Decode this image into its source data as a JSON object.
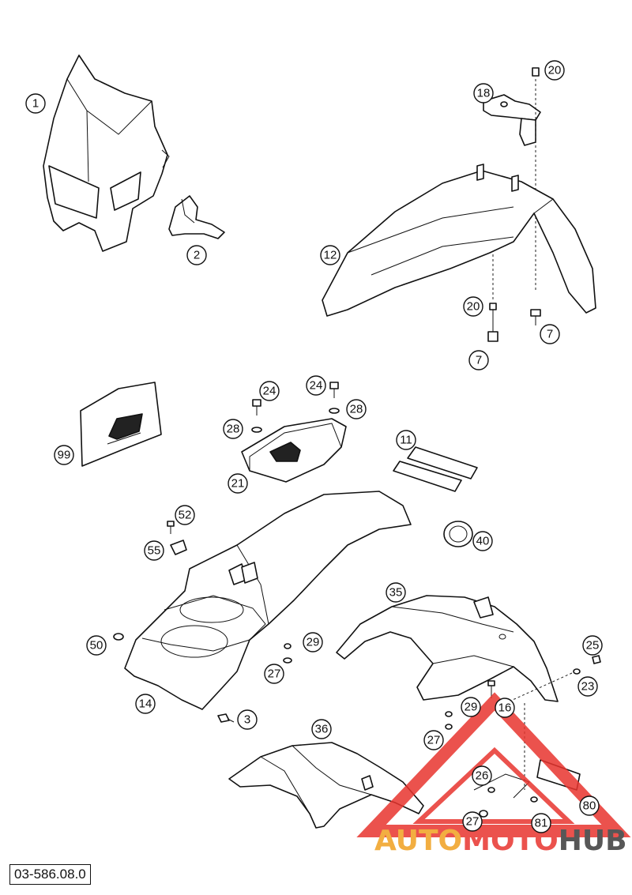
{
  "document_number": "03-586.08.0",
  "watermark": {
    "part1": "AUTO",
    "part2": "MOTO",
    "part3": "HUB",
    "colors": {
      "auto": "#F0A020",
      "moto": "#E8342E",
      "hub": "#3A3A3A",
      "triangle": "#E8342E"
    }
  },
  "part_labels": [
    {
      "id": "l1",
      "text": "1"
    },
    {
      "id": "l2",
      "text": "2"
    },
    {
      "id": "l18",
      "text": "18"
    },
    {
      "id": "l20a",
      "text": "20"
    },
    {
      "id": "l12",
      "text": "12"
    },
    {
      "id": "l20b",
      "text": "20"
    },
    {
      "id": "l7a",
      "text": "7"
    },
    {
      "id": "l7b",
      "text": "7"
    },
    {
      "id": "l24a",
      "text": "24"
    },
    {
      "id": "l24b",
      "text": "24"
    },
    {
      "id": "l28a",
      "text": "28"
    },
    {
      "id": "l28b",
      "text": "28"
    },
    {
      "id": "l99",
      "text": "99"
    },
    {
      "id": "l21",
      "text": "21"
    },
    {
      "id": "l11",
      "text": "11"
    },
    {
      "id": "l52",
      "text": "52"
    },
    {
      "id": "l55",
      "text": "55"
    },
    {
      "id": "l40",
      "text": "40"
    },
    {
      "id": "l35",
      "text": "35"
    },
    {
      "id": "l50",
      "text": "50"
    },
    {
      "id": "l29a",
      "text": "29"
    },
    {
      "id": "l27a",
      "text": "27"
    },
    {
      "id": "l25",
      "text": "25"
    },
    {
      "id": "l23",
      "text": "23"
    },
    {
      "id": "l14",
      "text": "14"
    },
    {
      "id": "l3",
      "text": "3"
    },
    {
      "id": "l16",
      "text": "16"
    },
    {
      "id": "l29b",
      "text": "29"
    },
    {
      "id": "l36",
      "text": "36"
    },
    {
      "id": "l27b",
      "text": "27"
    },
    {
      "id": "l26",
      "text": "26"
    },
    {
      "id": "l80",
      "text": "80"
    },
    {
      "id": "l27c",
      "text": "27"
    },
    {
      "id": "l81",
      "text": "81"
    }
  ]
}
